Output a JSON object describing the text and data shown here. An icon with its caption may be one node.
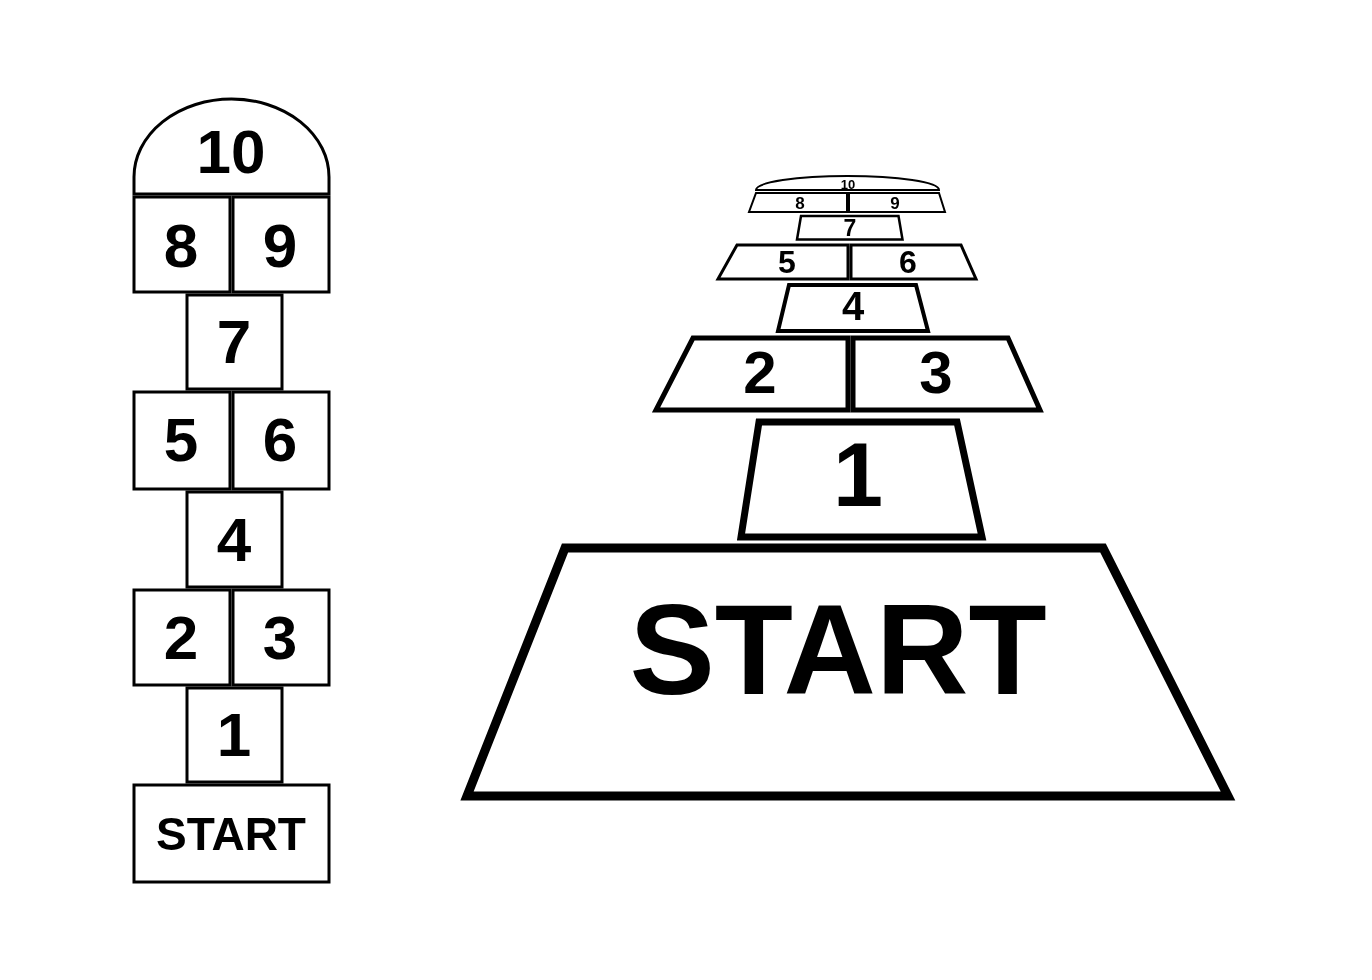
{
  "diagram": {
    "nodes": [
      {
        "text": [
          "10"
        ]
      },
      {
        "text": [
          "8"
        ]
      },
      {
        "text": [
          "9"
        ]
      },
      {
        "text": [
          "7"
        ]
      },
      {
        "text": [
          "5"
        ]
      },
      {
        "text": [
          "6"
        ]
      },
      {
        "text": [
          "4"
        ]
      },
      {
        "text": [
          "2"
        ]
      },
      {
        "text": [
          "3"
        ]
      },
      {
        "text": [
          "1"
        ]
      },
      {
        "text": [
          "START"
        ]
      },
      {
        "text": [
          "10"
        ]
      },
      {
        "text": [
          "8"
        ]
      },
      {
        "text": [
          "9"
        ]
      },
      {
        "text": [
          "7"
        ]
      },
      {
        "text": [
          "5"
        ]
      },
      {
        "text": [
          "6"
        ]
      },
      {
        "text": [
          "4"
        ]
      },
      {
        "text": [
          "2"
        ]
      },
      {
        "text": [
          "3"
        ]
      },
      {
        "text": [
          "1"
        ]
      },
      {
        "text": [
          "START"
        ]
      }
    ]
  }
}
